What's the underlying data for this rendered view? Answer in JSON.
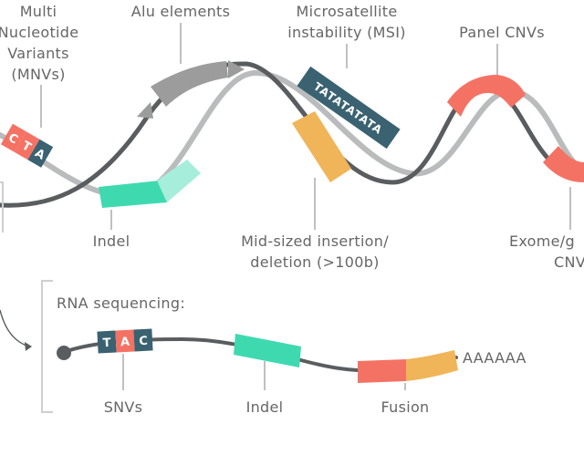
{
  "labels": {
    "mnv_line1": "Multi",
    "mnv_line2": "Nucleotide",
    "mnv_line3": "Variants",
    "mnv_line4": "(MNVs)",
    "alu": "Alu elements",
    "msi_line1": "Microsatellite",
    "msi_line2": "instability (MSI)",
    "panel_cnv": "Panel CNVs",
    "indel_dna": "Indel",
    "mid_line1": "Mid-sized insertion/",
    "mid_line2": "deletion (>100b)",
    "exome_line1": "Exome/g",
    "exome_line2": "CNV"
  },
  "dna_sequences": {
    "mnv": [
      "C",
      "T",
      "A"
    ],
    "msi": "TATATATATA"
  },
  "rna": {
    "title": "RNA sequencing:",
    "bases": [
      "T",
      "A",
      "C"
    ],
    "poly_a": "AAAAAA",
    "snvs_label": "SNVs",
    "indel_label": "Indel",
    "fusion_label": "Fusion"
  },
  "colors": {
    "dark_strand": "#5a5d5f",
    "light_strand": "#b9bbbc",
    "teal_block": "#3a6271",
    "coral": "#f47264",
    "mint": "#3fd9b0",
    "mint_light": "#a6eedb",
    "amber": "#f0b559",
    "arrow_gray": "#9c9c9c",
    "label_text": "#666666",
    "leader": "#aaaaaa"
  }
}
